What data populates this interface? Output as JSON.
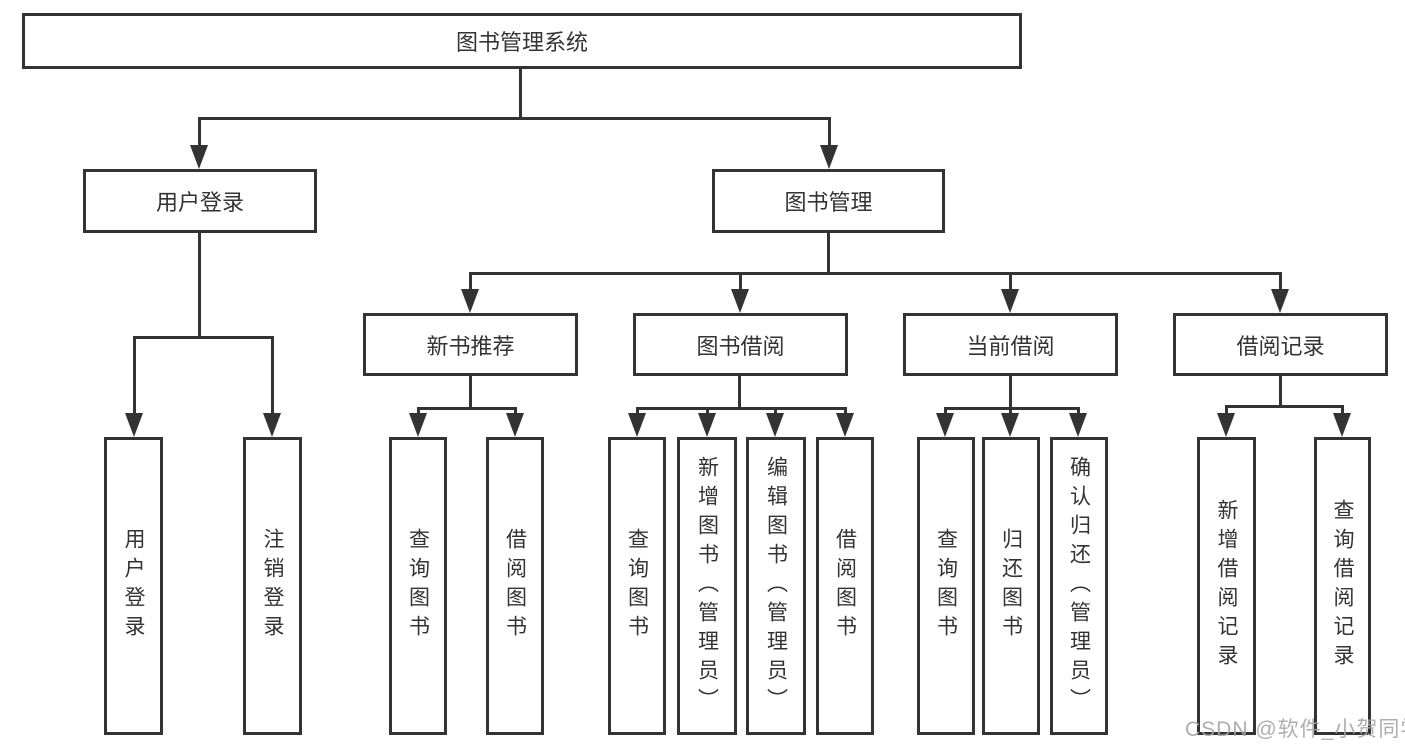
{
  "tree": {
    "root": {
      "label": "图书管理系统"
    },
    "children": [
      {
        "label": "用户登录",
        "children": [
          {
            "label": "用户登录"
          },
          {
            "label": "注销登录"
          }
        ]
      },
      {
        "label": "图书管理",
        "children": [
          {
            "label": "新书推荐",
            "children": [
              {
                "label": "查询图书"
              },
              {
                "label": "借阅图书"
              }
            ]
          },
          {
            "label": "图书借阅",
            "children": [
              {
                "label": "查询图书"
              },
              {
                "label": "新增图书（管理员）"
              },
              {
                "label": "编辑图书（管理员）"
              },
              {
                "label": "借阅图书"
              }
            ]
          },
          {
            "label": "当前借阅",
            "children": [
              {
                "label": "查询图书"
              },
              {
                "label": "归还图书"
              },
              {
                "label": "确认归还（管理员）"
              }
            ]
          },
          {
            "label": "借阅记录",
            "children": [
              {
                "label": "新增借阅记录"
              },
              {
                "label": "查询借阅记录"
              }
            ]
          }
        ]
      }
    ]
  },
  "watermark": {
    "text": "CSDN @软件_小贺同学"
  },
  "colors": {
    "line": "#333333",
    "text": "#333333",
    "watermark": "#a5a5a5",
    "background": "#ffffff"
  }
}
